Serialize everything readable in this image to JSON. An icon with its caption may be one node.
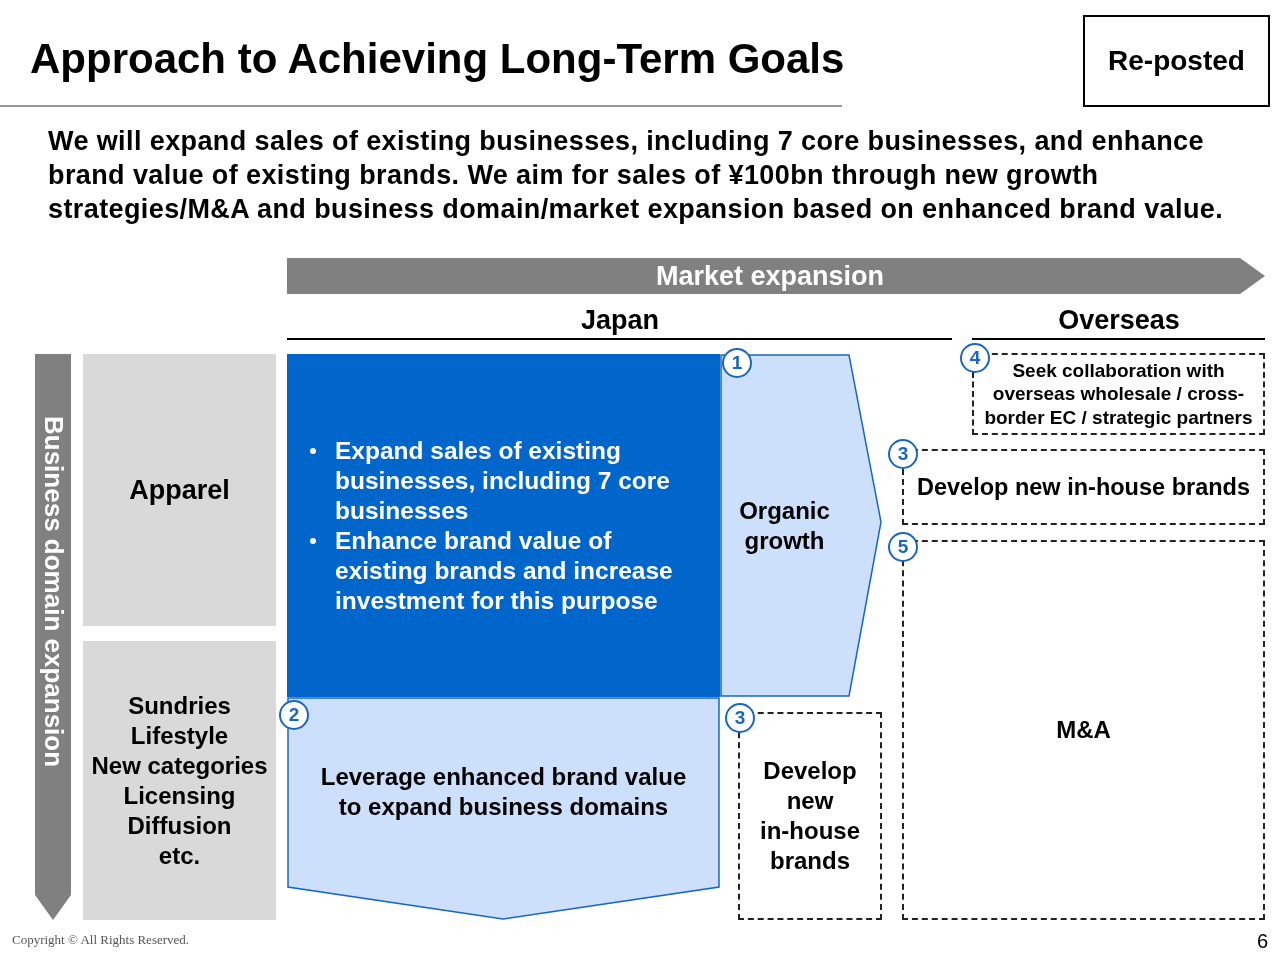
{
  "diagram": {
    "title": "Approach to Achieving Long-Term Goals",
    "nodes": [
      {
        "text": [
          "Re-posted"
        ]
      },
      {
        "text": [
          "Market expansion"
        ]
      },
      {
        "text": [
          "Business domain expansion"
        ]
      },
      {
        "text": [
          "Apparel"
        ]
      },
      {
        "text": [
          "Sundries",
          "Lifestyle",
          "New categories",
          "Licensing",
          "Diffusion",
          "etc."
        ]
      },
      {
        "text": [
          "Expand sales of existing businesses, including 7 core businesses",
          "Enhance brand value of existing brands and increase investment for this purpose"
        ]
      },
      {
        "text": [
          "1"
        ]
      },
      {
        "text": [
          "Organic growth"
        ]
      },
      {
        "text": [
          "2"
        ]
      },
      {
        "text": [
          "Leverage enhanced brand value to expand business domains"
        ]
      },
      {
        "text": [
          "3"
        ]
      },
      {
        "text": [
          "Develop new in-house brands"
        ]
      },
      {
        "text": [
          "4"
        ]
      },
      {
        "text": [
          "Seek collaboration with overseas wholesale / cross-border EC / strategic partners"
        ]
      },
      {
        "text": [
          "3"
        ]
      },
      {
        "text": [
          "Develop new in-house brands"
        ]
      },
      {
        "text": [
          "5"
        ]
      },
      {
        "text": [
          "M&A"
        ]
      }
    ],
    "labels": [
      "We will expand sales of existing businesses, including 7 core businesses, and enhance brand value of existing brands. We aim for sales of ¥100bn through new growth strategies/M&A and business domain/market expansion based on enhanced brand value.",
      "Japan",
      "Overseas",
      "Copyright © All Rights Reserved.",
      "6"
    ]
  }
}
